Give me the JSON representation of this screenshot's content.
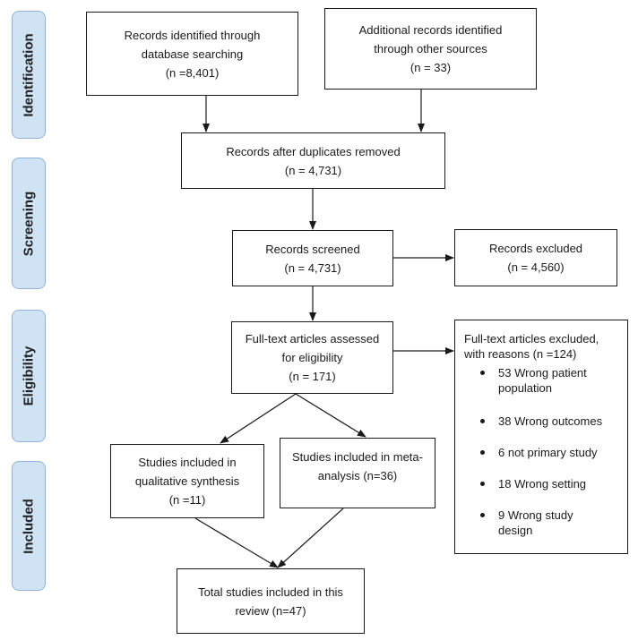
{
  "phases": {
    "identification": "Identification",
    "screening": "Screening",
    "eligibility": "Eligibility",
    "included": "Included"
  },
  "boxes": {
    "database": [
      "Records identified through",
      "database searching",
      "(n =8,401)"
    ],
    "other_sources": [
      "Additional records identified",
      "through other sources",
      "(n = 33)"
    ],
    "after_duplicates": [
      "Records after duplicates removed",
      "(n = 4,731)"
    ],
    "screened": [
      "Records screened",
      "(n = 4,731)"
    ],
    "excluded": [
      "Records excluded",
      "(n = 4,560)"
    ],
    "full_text": [
      "Full-text articles assessed",
      "for eligibility",
      "(n = 171)"
    ],
    "qualitative": [
      "Studies included in",
      "qualitative synthesis",
      "(n =11)"
    ],
    "meta": [
      "Studies included in meta-",
      "analysis (n=36)"
    ],
    "total": [
      "Total studies included in this",
      "review (n=47)"
    ]
  },
  "full_text_excluded": {
    "heading": [
      "Full-text articles excluded,",
      "with reasons (n =124)"
    ],
    "reasons": [
      [
        "53 Wrong patient",
        "population"
      ],
      [
        "38 Wrong outcomes"
      ],
      [
        "6 not primary study"
      ],
      [
        "18 Wrong setting"
      ],
      [
        "9 Wrong study",
        "design"
      ]
    ]
  }
}
